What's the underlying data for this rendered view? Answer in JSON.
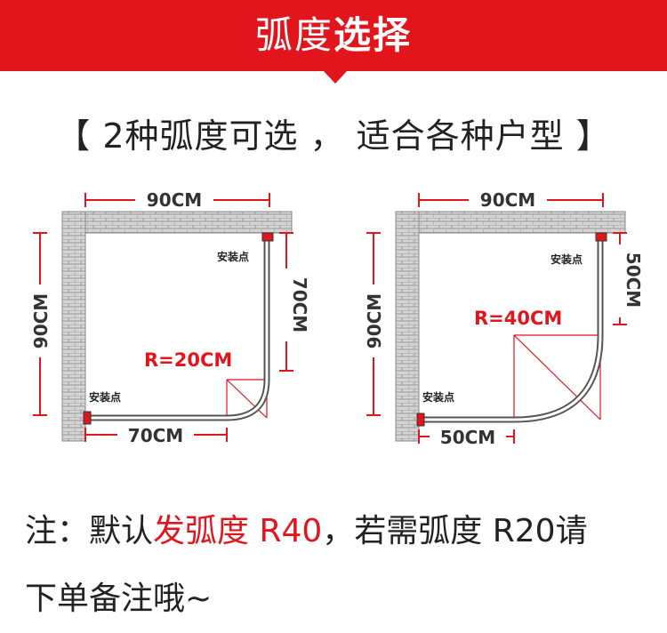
{
  "header": {
    "title_normal": "弧度",
    "title_bold": "选择",
    "banner_color": "#e3151c"
  },
  "subtitle": "【 2种弧度可选 ， 适合各种户型 】",
  "diagrams": [
    {
      "top_width": "90CM",
      "left_height": "90CM",
      "right_length": "70CM",
      "bottom_length": "70CM",
      "radius": "R=20CM",
      "mount_top": "安装点",
      "mount_bottom": "安装点"
    },
    {
      "top_width": "90CM",
      "left_height": "90CM",
      "right_length": "50CM",
      "bottom_length": "50CM",
      "radius": "R=40CM",
      "mount_top": "安装点",
      "mount_bottom": "安装点"
    }
  ],
  "note": {
    "prefix": "注：默认",
    "highlight": "发弧度 R40",
    "line1_rest": "，若需弧度 R20请",
    "line2": "下单备注哦~"
  },
  "colors": {
    "accent": "#e3151c",
    "text": "#222222",
    "brick": "#cfcfcf"
  }
}
